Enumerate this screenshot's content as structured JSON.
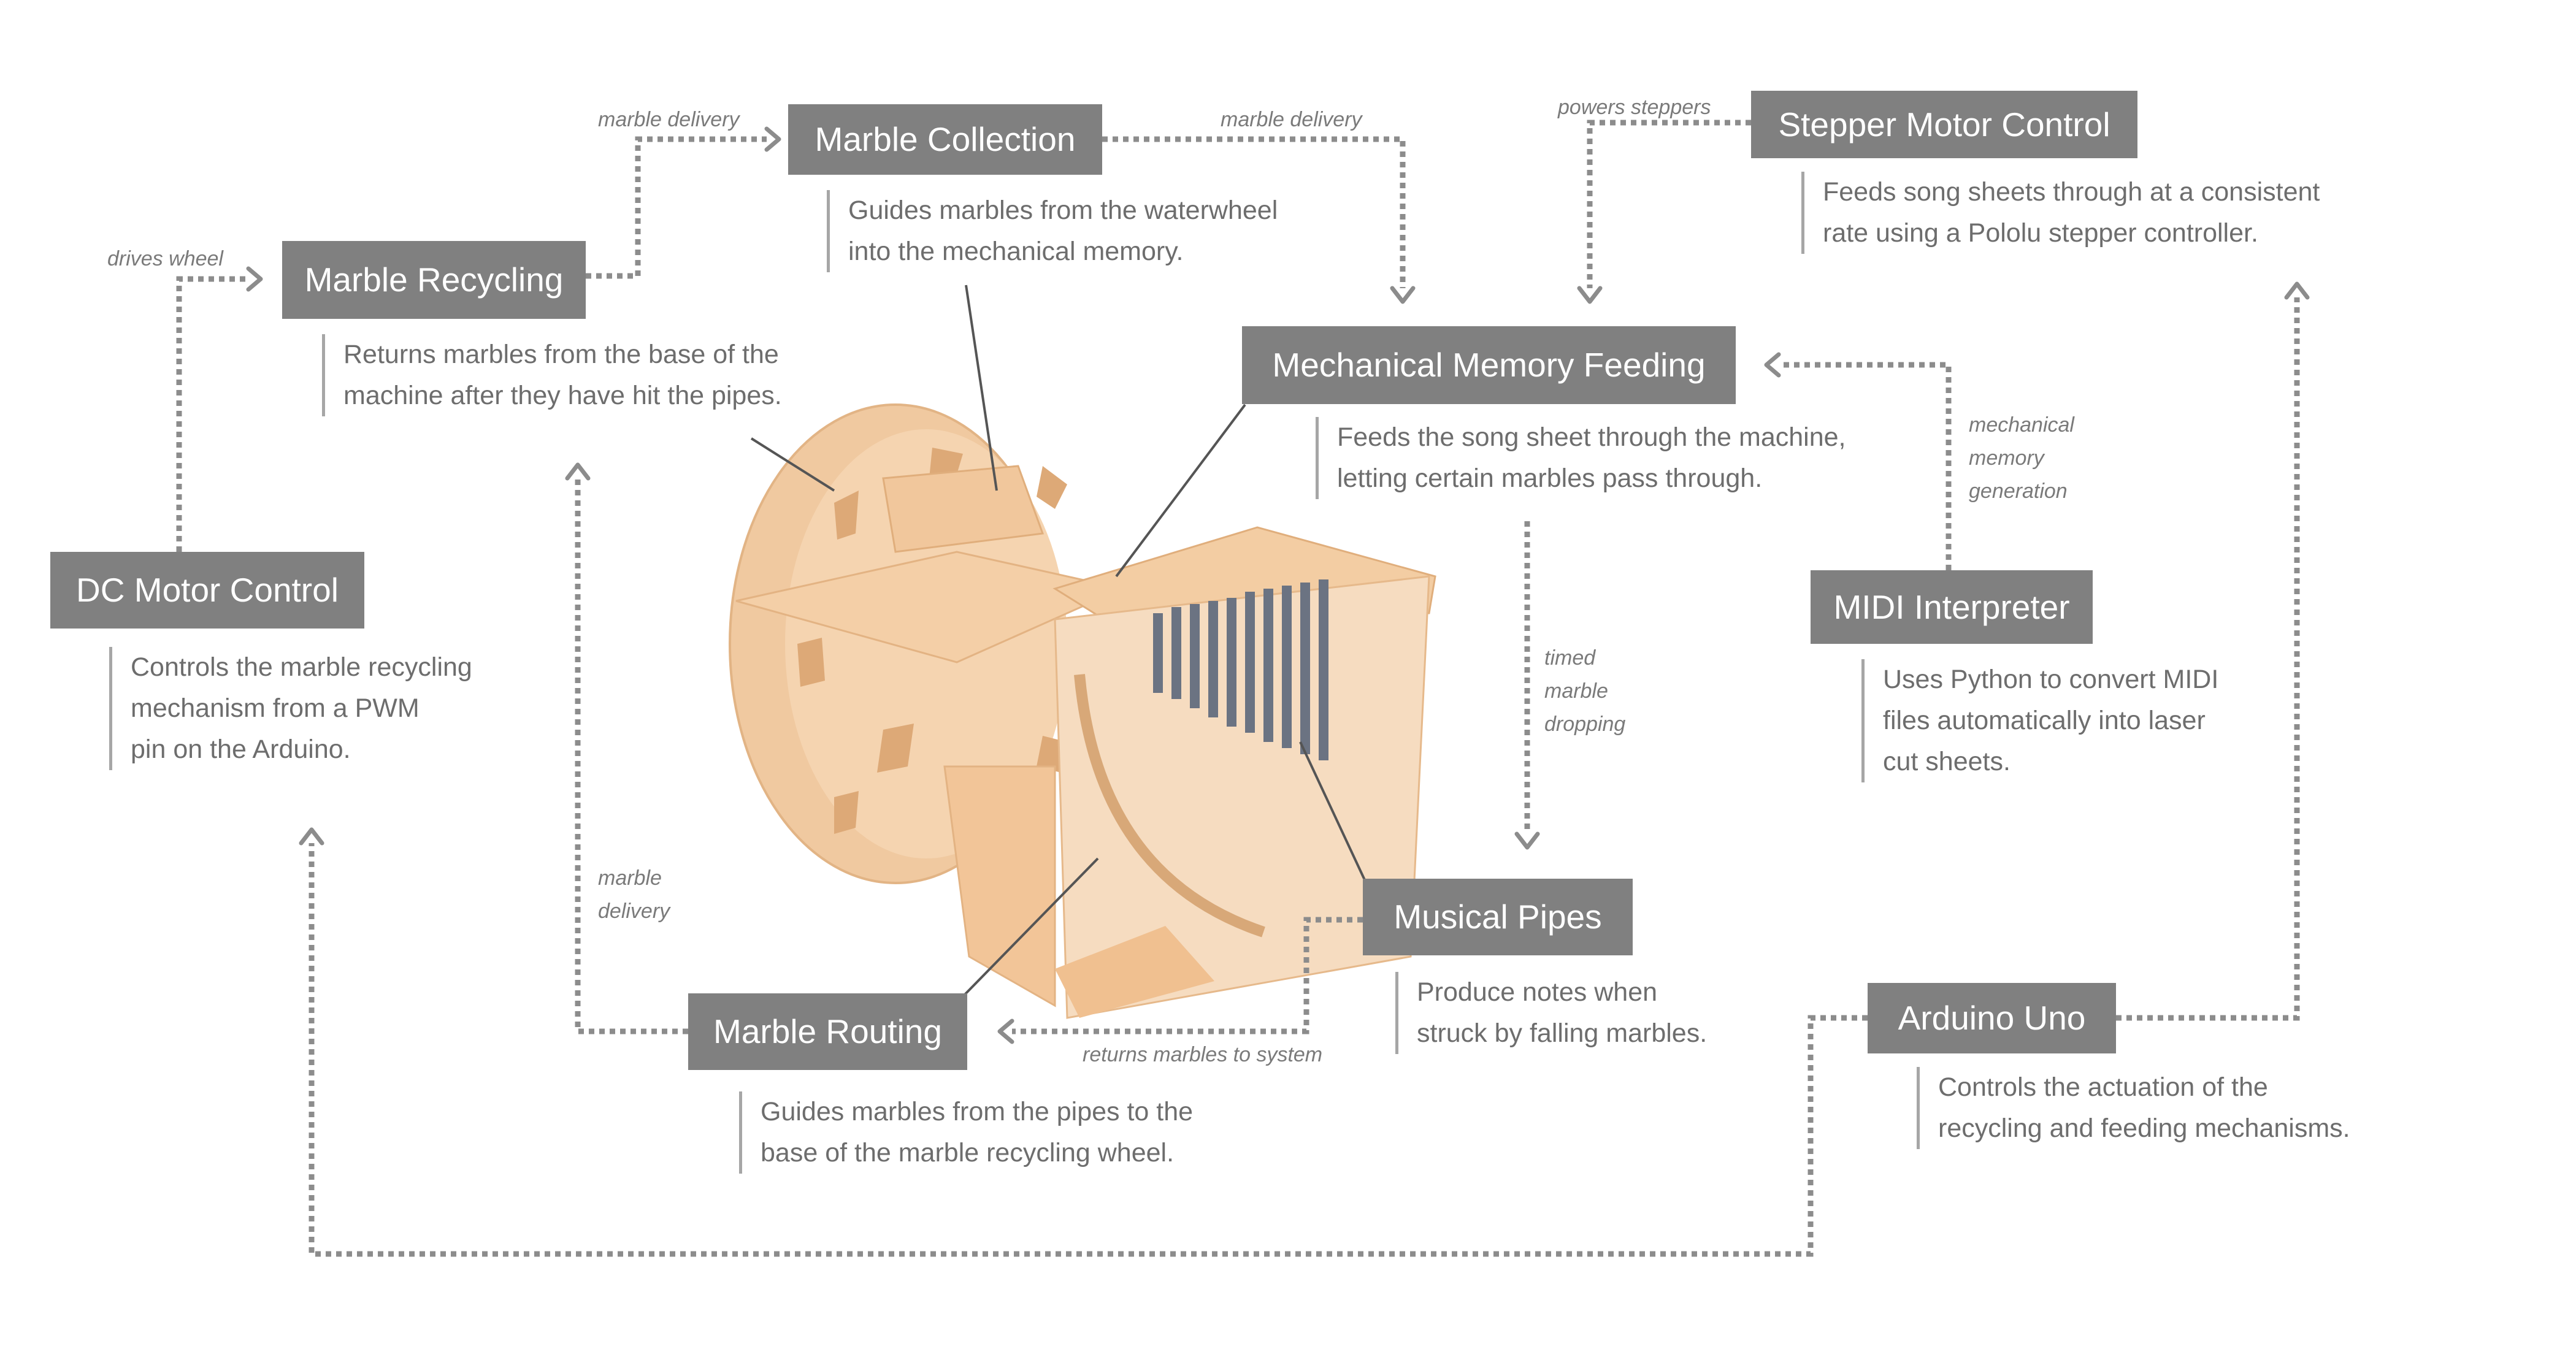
{
  "colors": {
    "box": "#808080",
    "box_text": "#ffffff",
    "text": "#6d6d6d",
    "connector": "#8c8c8c",
    "machine": "#f2cea2"
  },
  "nodes": {
    "marble_collection": {
      "title": "Marble Collection",
      "desc": [
        "Guides marbles from the waterwheel",
        "into the mechanical memory."
      ]
    },
    "marble_recycling": {
      "title": "Marble Recycling",
      "desc": [
        "Returns marbles from the base of the",
        "machine after they have hit the pipes."
      ]
    },
    "stepper_motor_control": {
      "title": "Stepper Motor Control",
      "desc": [
        "Feeds song sheets through at a consistent",
        "rate using a Pololu stepper controller."
      ]
    },
    "mechanical_memory_feeding": {
      "title": "Mechanical Memory Feeding",
      "desc": [
        "Feeds the song sheet through the machine,",
        "letting certain marbles pass through."
      ]
    },
    "dc_motor_control": {
      "title": "DC Motor Control",
      "desc": [
        "Controls the marble recycling",
        "mechanism from a PWM",
        "pin on the Arduino."
      ]
    },
    "midi_interpreter": {
      "title": "MIDI Interpreter",
      "desc": [
        "Uses Python to convert MIDI",
        "files automatically into laser",
        "cut sheets."
      ]
    },
    "musical_pipes": {
      "title": "Musical Pipes",
      "desc": [
        "Produce notes when",
        "struck by falling marbles."
      ]
    },
    "marble_routing": {
      "title": "Marble Routing",
      "desc": [
        "Guides marbles from the pipes to the",
        "base of the marble recycling wheel."
      ]
    },
    "arduino_uno": {
      "title": "Arduino Uno",
      "desc": [
        "Controls the actuation of the",
        "recycling and feeding mechanisms."
      ]
    }
  },
  "edge_labels": {
    "drives_wheel": [
      "drives wheel"
    ],
    "marble_delivery_top": [
      "marble delivery"
    ],
    "marble_delivery_collection": [
      "marble delivery"
    ],
    "powers_steppers": [
      "powers steppers"
    ],
    "mechanical_memory_generation": [
      "mechanical",
      "memory",
      "generation"
    ],
    "timed_marble_dropping": [
      "timed",
      "marble",
      "dropping"
    ],
    "marble_delivery_left": [
      "marble",
      "delivery"
    ],
    "returns_marbles": [
      "returns marbles to system"
    ]
  }
}
